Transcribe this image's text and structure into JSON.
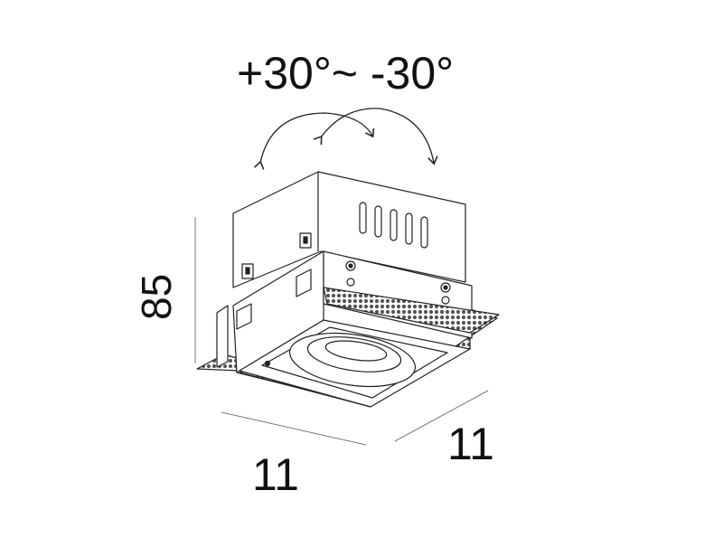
{
  "labels": {
    "tilt_range": "+30°~ -30°",
    "height": "85",
    "width_front": "11",
    "width_side": "11"
  },
  "colors": {
    "ink": "#111111",
    "background": "#ffffff",
    "grille": "#555555"
  },
  "icons": [
    "tilt-arrow-icon",
    "dimension-line"
  ]
}
